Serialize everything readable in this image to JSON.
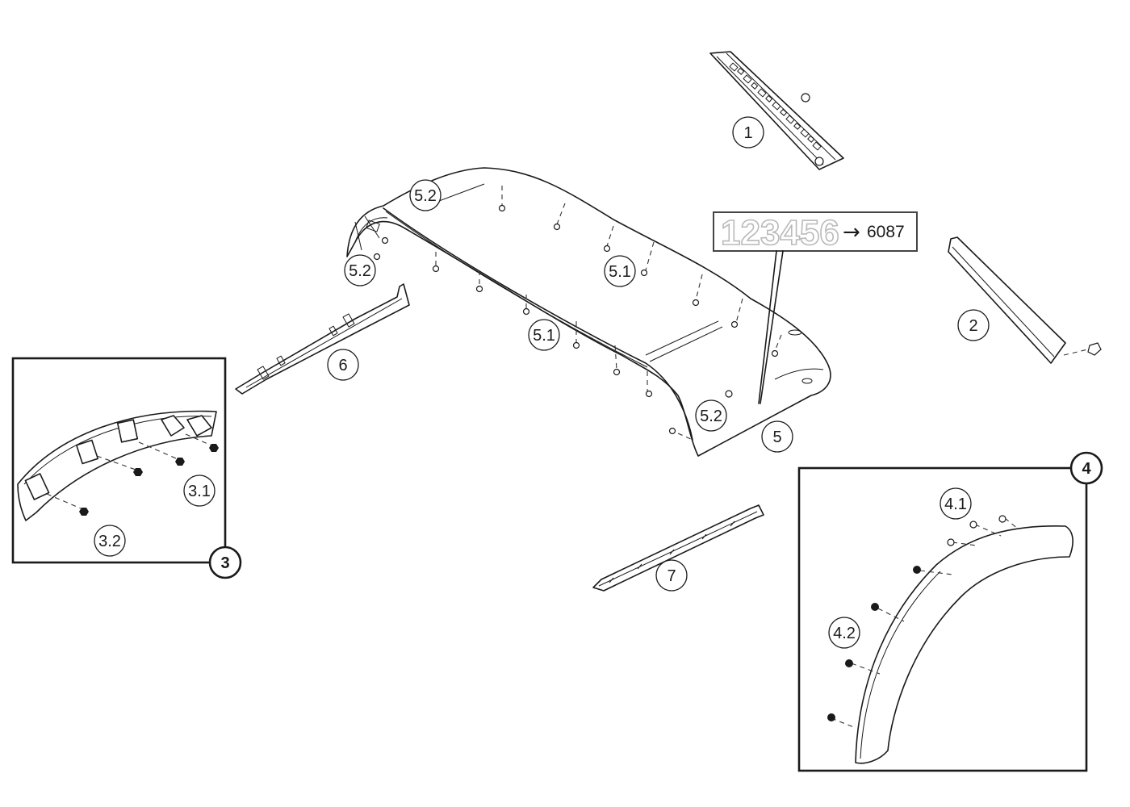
{
  "callouts": {
    "c1": "1",
    "c2": "2",
    "c3": "3",
    "c3_1": "3.1",
    "c3_2": "3.2",
    "c4": "4",
    "c4_1": "4.1",
    "c4_2": "4.2",
    "c5": "5",
    "c5_1a": "5.1",
    "c5_1b": "5.1",
    "c5_2a": "5.2",
    "c5_2b": "5.2",
    "c5_2c": "5.2",
    "c6": "6",
    "c7": "7"
  },
  "part_code": {
    "number": "123456",
    "arrow": "→",
    "reference": "6087"
  },
  "colors": {
    "line": "#1a1a1a",
    "code_outline": "#b9b9b9",
    "background": "#ffffff"
  }
}
